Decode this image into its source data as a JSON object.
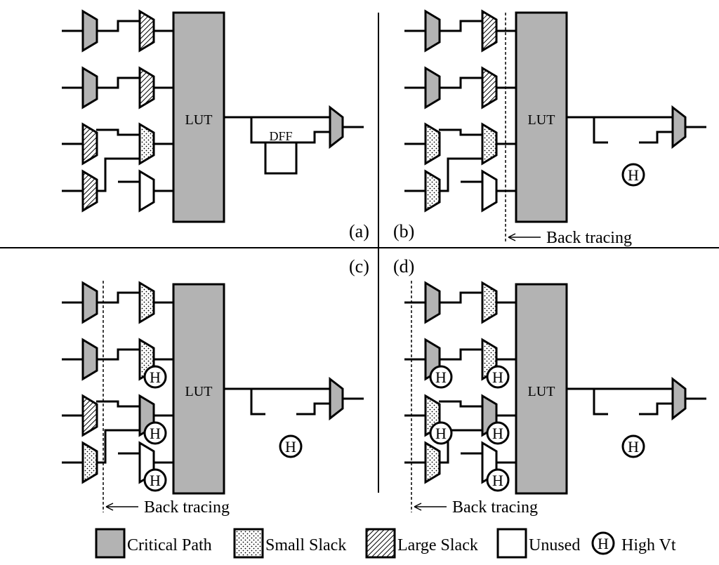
{
  "panels": [
    {
      "id": "a",
      "label": "(a)",
      "lut": "LUT",
      "reg": "DFF",
      "muxes": [
        "critical",
        "critical",
        "large",
        "large",
        "large",
        "large",
        "small",
        "unused"
      ],
      "hv_l1": [
        false,
        false,
        false,
        false
      ],
      "hv_l2": [
        false,
        false,
        false,
        false
      ],
      "hv_out": false,
      "trace": false,
      "trace_text": ""
    },
    {
      "id": "b",
      "label": "(b)",
      "lut": "LUT",
      "reg": "H",
      "muxes": [
        "critical",
        "critical",
        "small",
        "small",
        "large",
        "large",
        "small",
        "unused"
      ],
      "hv_l1": [
        false,
        false,
        false,
        false
      ],
      "hv_l2": [
        false,
        false,
        false,
        false
      ],
      "hv_out": true,
      "trace": true,
      "trace_text": "Back tracing"
    },
    {
      "id": "c",
      "label": "(c)",
      "lut": "LUT",
      "reg": "H",
      "muxes": [
        "critical",
        "critical",
        "large",
        "small",
        "small",
        "small",
        "critical",
        "unused"
      ],
      "hv_l1": [
        false,
        false,
        false,
        false
      ],
      "hv_l2": [
        false,
        true,
        true,
        true
      ],
      "hv_out": true,
      "trace": true,
      "trace_text": "Back tracing"
    },
    {
      "id": "d",
      "label": "(d)",
      "lut": "LUT",
      "reg": "H",
      "muxes": [
        "critical",
        "critical",
        "small",
        "small",
        "small",
        "small",
        "critical",
        "unused"
      ],
      "hv_l1": [
        false,
        true,
        true,
        false
      ],
      "hv_l2": [
        false,
        true,
        true,
        true
      ],
      "hv_out": true,
      "trace": true,
      "trace_text": "Back tracing"
    }
  ],
  "legend": [
    {
      "type": "critical",
      "label": "Critical Path"
    },
    {
      "type": "small",
      "label": "Small Slack"
    },
    {
      "type": "large",
      "label": "Large Slack"
    },
    {
      "type": "unused",
      "label": "Unused"
    },
    {
      "type": "hv",
      "symbol": "H",
      "label": "High Vt"
    }
  ],
  "colors": {
    "critical": "#b3b3b3",
    "line": "#000000",
    "background": "#ffffff"
  }
}
